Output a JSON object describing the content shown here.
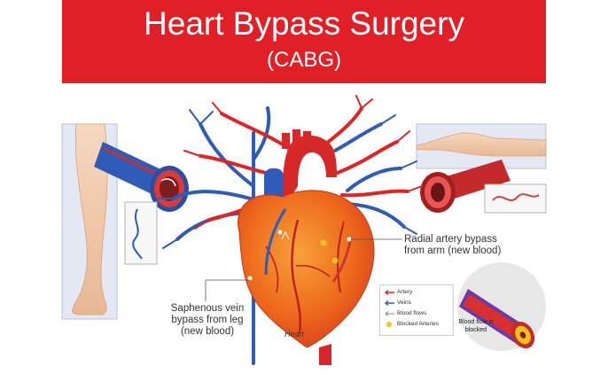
{
  "header": {
    "title": "Heart Bypass Surgery",
    "subtitle": "(CABG)"
  },
  "labels": {
    "radial": [
      "Radial artery bypass",
      "from arm (new blood)"
    ],
    "saphenous": [
      "Saphenous vein",
      "bypass from leg",
      "(new blood)"
    ],
    "heart": "Heart",
    "blocked": "Blood flow is blocked"
  },
  "legend": [
    {
      "label": "Artery",
      "symbol": "red-arrow"
    },
    {
      "label": "Veins",
      "symbol": "blue-arrow"
    },
    {
      "label": "Blood flows",
      "symbol": "outline-arrow"
    },
    {
      "label": "Blocked Arteries",
      "symbol": "yellow-dot"
    }
  ],
  "colors": {
    "banner": "#e11f26",
    "artery": "#e02424",
    "vein": "#2e5cb8",
    "heart": "#ee6a1c",
    "panel": "#e3e8f3",
    "plaque": "#f2c21a"
  }
}
